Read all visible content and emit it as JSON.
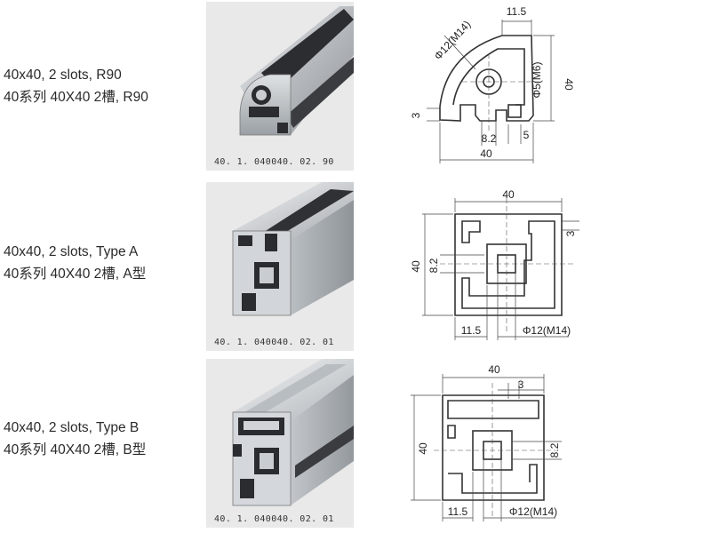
{
  "profiles": [
    {
      "label_en": "40x40, 2 slots, R90",
      "label_cn": "40系列 40X40 2槽, R90",
      "code": "40. 1. 040040. 02. 90",
      "dims": {
        "top": "11.5",
        "diag": "Φ12(M14)",
        "right_inner": "Φ5(M6)",
        "right": "40",
        "left": "3",
        "bottom_a": "8.2",
        "bottom_b": "5",
        "bottom": "40"
      }
    },
    {
      "label_en": "40x40, 2 slots, Type A",
      "label_cn": "40系列 40X40 2槽, A型",
      "code": "40. 1. 040040. 02. 01",
      "dims": {
        "top": "40",
        "right": "3",
        "left": "40",
        "left_inner": "8.2",
        "bottom_left": "11.5",
        "bottom_right": "Φ12(M14)"
      }
    },
    {
      "label_en": "40x40, 2 slots, Type B",
      "label_cn": "40系列 40X40 2槽, B型",
      "code": "40. 1. 040040. 02. 01",
      "dims": {
        "top": "40",
        "top_inner": "3",
        "left": "40",
        "right_inner": "8.2",
        "bottom_left": "11.5",
        "bottom_right": "Φ12(M14)"
      }
    }
  ]
}
